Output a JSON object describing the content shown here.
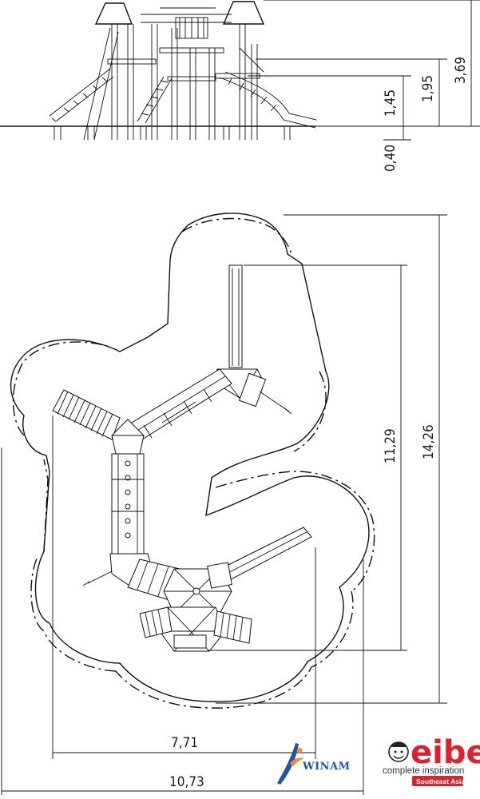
{
  "dimensions": {
    "side_view": {
      "total_height": "3,69",
      "deck_high": "1,95",
      "deck_low": "1,45",
      "foundation_depth": "0,40"
    },
    "plan_view": {
      "equipment_length": "11,29",
      "safety_area_length": "14,26",
      "equipment_width": "7,71",
      "safety_area_width": "10,73"
    }
  },
  "logos": {
    "winam": {
      "text": "WINAM",
      "color": "#1e55a8",
      "accent": "#f28c1e"
    },
    "eibe": {
      "brand": "eibe",
      "tagline": "complete inspiration",
      "region": "Southeast Asia",
      "color": "#e0202c"
    }
  }
}
